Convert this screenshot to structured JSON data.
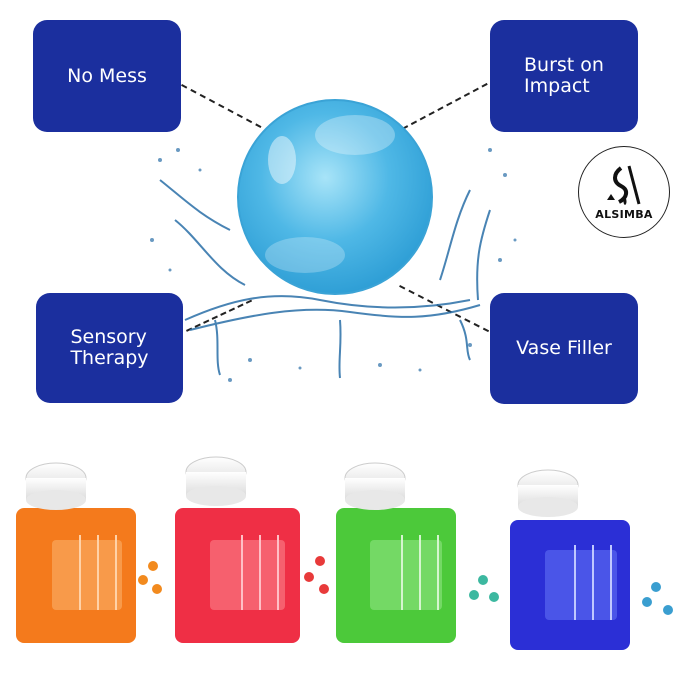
{
  "features": [
    {
      "label": "No Mess"
    },
    {
      "label": "Burst on\nImpact"
    },
    {
      "label": "Sensory\nTherapy"
    },
    {
      "label": "Vase Filler"
    }
  ],
  "brand": {
    "name": "ALSIMBA"
  },
  "colors": {
    "box": "#1b2f9e",
    "ball": "#5bbde6",
    "jars": [
      "#f47a1c",
      "#ef2f45",
      "#4cc93a",
      "#2b2fd6"
    ]
  },
  "jars": [
    {
      "color_name": "orange"
    },
    {
      "color_name": "red"
    },
    {
      "color_name": "green"
    },
    {
      "color_name": "blue"
    }
  ]
}
